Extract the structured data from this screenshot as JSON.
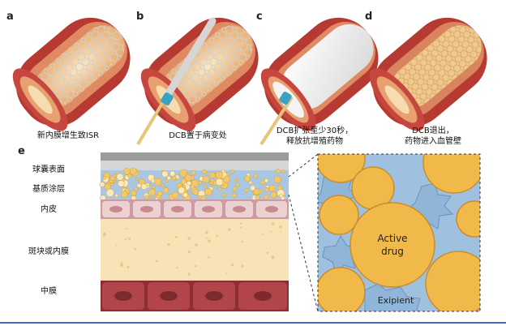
{
  "panels": [
    {
      "letter": "a",
      "caption": "新内膜增生致ISR"
    },
    {
      "letter": "b",
      "caption": "DCB置于病变处"
    },
    {
      "letter": "c",
      "caption_line1": "DCB扩张至少30秒，",
      "caption_line2": "释放抗增殖药物"
    },
    {
      "letter": "d",
      "caption_line1": "DCB退出，",
      "caption_line2": "药物进入血管壁"
    }
  ],
  "panel_e": {
    "letter": "e",
    "layers": [
      "球囊表面",
      "基质涂层",
      "内皮",
      "斑块或内膜",
      "中膜"
    ],
    "inset": {
      "active_label_line1": "Active",
      "active_label_line2": "drug",
      "excipient_label": "Exipient"
    }
  },
  "colors": {
    "vessel_outer": "#b73a32",
    "vessel_inner": "#e08a63",
    "lumen": "#f3d9a6",
    "stent": "#c9c9c9",
    "balloon": "#eeeeee",
    "catheter_tip": "#3aa3c4",
    "drug_particle": "#f1b94a",
    "excipient": "#8fb5d9",
    "media_cell": "#a83a3e",
    "endothelium": "#e8c5c8",
    "plaque": "#f7e3b6"
  }
}
